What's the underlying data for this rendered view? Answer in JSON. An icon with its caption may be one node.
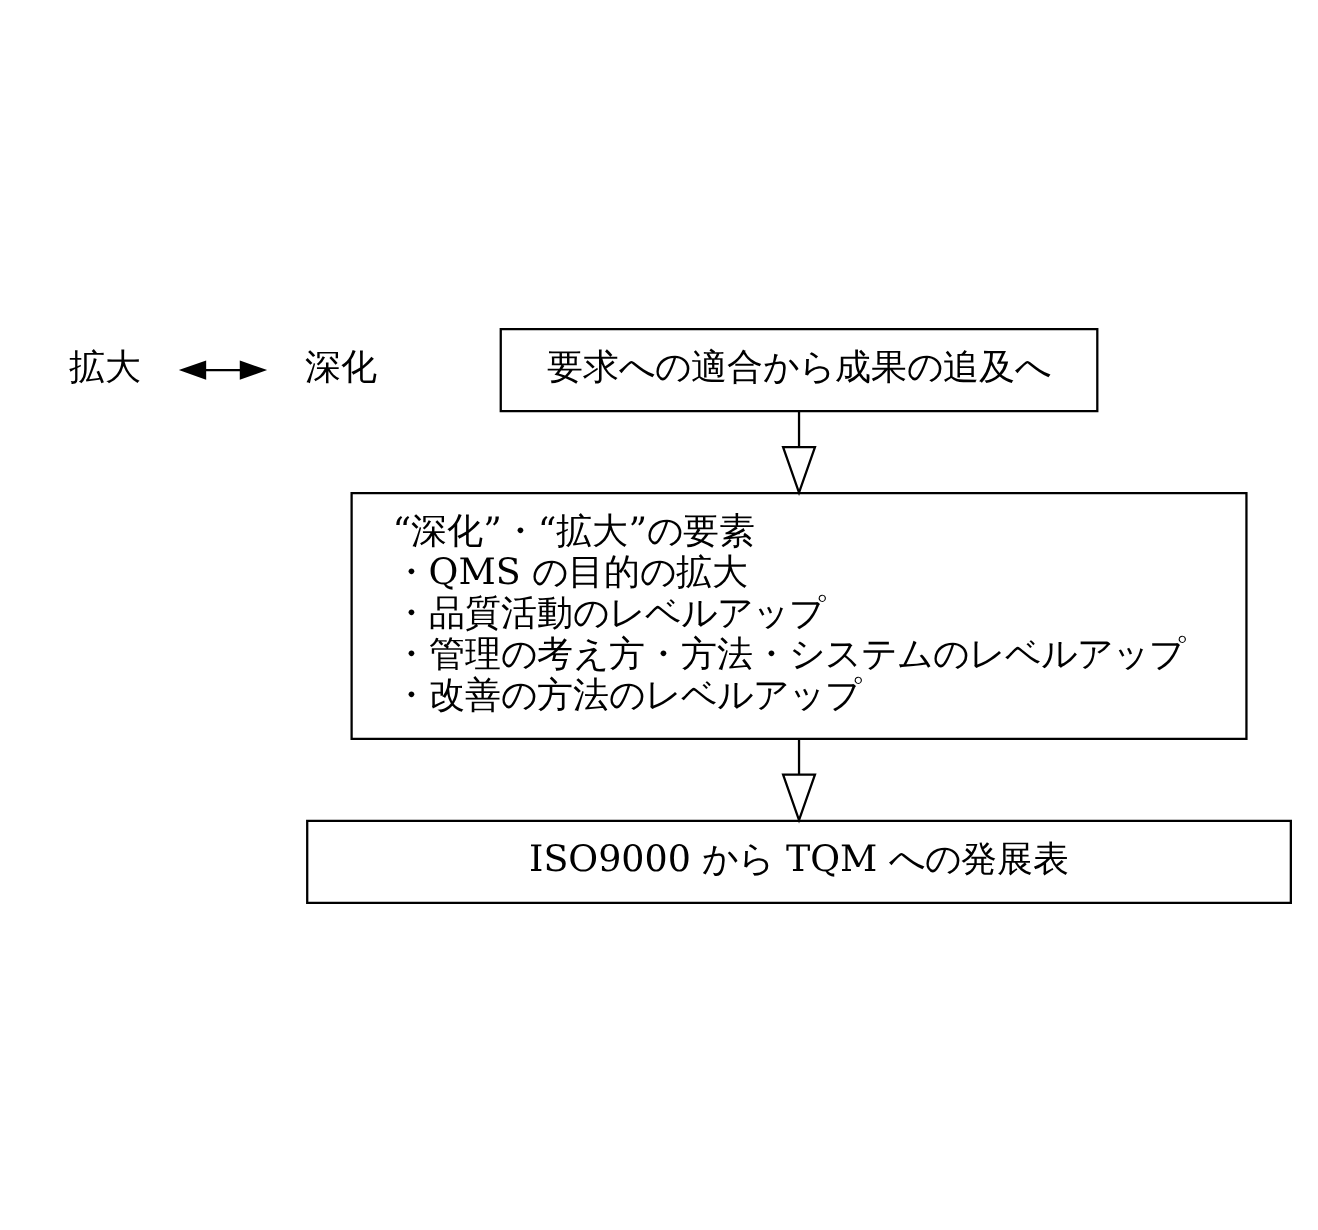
{
  "diagram": {
    "nodes": [
      {
        "text": [
          "拡大"
        ]
      },
      {
        "text": [
          "要求への適合から成果の追及へ"
        ]
      },
      {
        "text": [
          "深化"
        ]
      },
      {
        "text": [
          "“深化”・“拡大”の要素",
          "・QMS の目的の拡大",
          "・品質活動のレベルアップ",
          "・管理の考え方・方法・システムのレベルアップ",
          "・改善の方法のレベルアップ"
        ]
      },
      {
        "text": [
          "ISO9000 から TQM への発展表"
        ]
      }
    ],
    "edges": [
      {
        "from": 2,
        "to": 0,
        "arrow": "both"
      },
      {
        "from": 1,
        "to": 3,
        "arrow": "to"
      },
      {
        "from": 3,
        "to": 4,
        "arrow": "to"
      }
    ]
  }
}
